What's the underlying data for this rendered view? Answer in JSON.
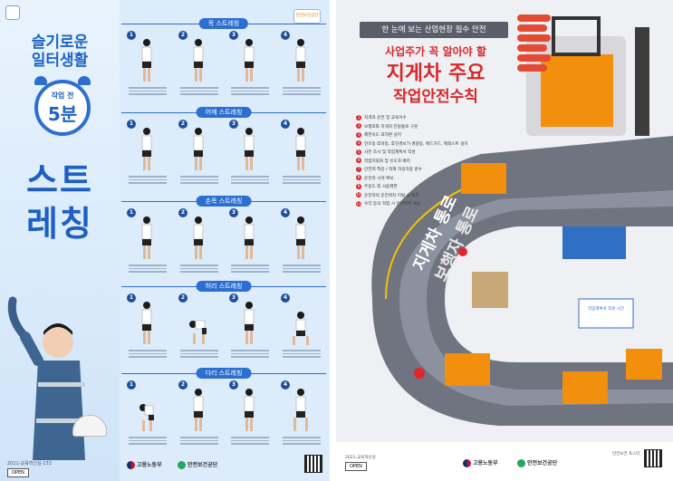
{
  "left": {
    "title_line1": "슬기로운",
    "title_line2": "일터생활",
    "clock_top": "작업 전",
    "clock_main": "5분",
    "big_line1": "스트",
    "big_line2": "레칭",
    "corner_logo": "안전보건공단",
    "code": "2021-교육혁신실-133",
    "open_label": "OPEN",
    "sections": [
      {
        "title": "목 스트레칭",
        "steps": [
          "1",
          "2",
          "3",
          "4"
        ]
      },
      {
        "title": "어깨 스트레칭",
        "steps": [
          "1",
          "2",
          "3",
          "4"
        ]
      },
      {
        "title": "손목 스트레칭",
        "steps": [
          "1",
          "2",
          "3",
          "4"
        ]
      },
      {
        "title": "허리 스트레칭",
        "steps": [
          "1",
          "2",
          "3",
          "4"
        ]
      },
      {
        "title": "다리 스트레칭",
        "steps": [
          "1",
          "2",
          "3",
          "4"
        ]
      }
    ],
    "footer_org1": "고용노동부",
    "footer_org2": "안전보건공단"
  },
  "right": {
    "header": "한 눈에 보는 산업현장 필수 안전",
    "subtitle": "사업주가 꼭 알아야 할",
    "title": "지게차 주요",
    "title2": "작업안전수칙",
    "rules": [
      {
        "n": "1",
        "t": "자격자 운전 및 교육이수"
      },
      {
        "n": "2",
        "t": "보행로와 지게차 전용통로 구분"
      },
      {
        "n": "3",
        "t": "제한속도 표지판 설치"
      },
      {
        "n": "4",
        "t": "전조등·후미등, 후진경보기·경광등, 헤드가드, 백레스트 설치"
      },
      {
        "n": "5",
        "t": "사전 조사 및 작업계획서 작성"
      },
      {
        "n": "6",
        "t": "작업지휘자 및 유도자 배치"
      },
      {
        "n": "7",
        "t": "안전띠 착용 / 적재 허용하중 준수"
      },
      {
        "n": "8",
        "t": "운전자 시야 확보"
      },
      {
        "n": "9",
        "t": "주용도 외 사용제한"
      },
      {
        "n": "10",
        "t": "운전자의 운전위치 이탈 시 조치"
      },
      {
        "n": "11",
        "t": "수리 등의 작업 시 안전지주 사용"
      }
    ],
    "road_text1": "지게차 통로",
    "road_text2": "보행자 통로",
    "plan_label": "작업계획서 작성 시간",
    "footer_org1": "고용노동부",
    "footer_org2": "안전보건공단",
    "footer_code": "2021-교육혁신실",
    "footer_right": "안전보건 포스터",
    "open_label": "OPEN"
  }
}
